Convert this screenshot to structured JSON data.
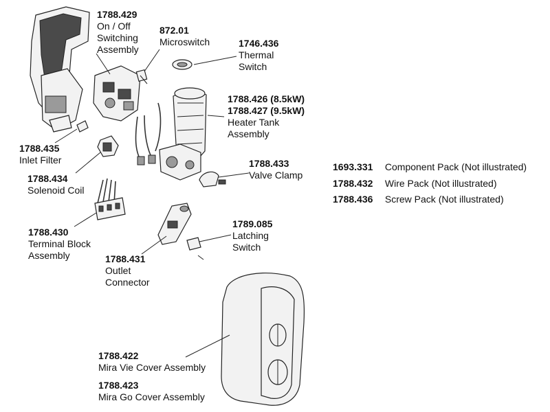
{
  "parts": [
    {
      "id": "on-off-switching",
      "number": "1788.429",
      "lines": [
        "On / Off",
        "Switching",
        "Assembly"
      ]
    },
    {
      "id": "microswitch",
      "number": "872.01",
      "lines": [
        "Microswitch"
      ]
    },
    {
      "id": "thermal-switch",
      "number": "1746.436",
      "lines": [
        "Thermal",
        "Switch"
      ]
    },
    {
      "id": "heater-tank",
      "number": "1788.426 (8.5kW)",
      "number2": "1788.427 (9.5kW)",
      "lines": [
        "Heater Tank",
        "Assembly"
      ]
    },
    {
      "id": "inlet-filter",
      "number": "1788.435",
      "lines": [
        "Inlet Filter"
      ]
    },
    {
      "id": "valve-clamp",
      "number": "1788.433",
      "lines": [
        "Valve Clamp"
      ]
    },
    {
      "id": "solenoid-coil",
      "number": "1788.434",
      "lines": [
        "Solenoid Coil"
      ]
    },
    {
      "id": "terminal-block",
      "number": "1788.430",
      "lines": [
        "Terminal Block",
        "Assembly"
      ]
    },
    {
      "id": "latching-switch",
      "number": "1789.085",
      "lines": [
        "Latching",
        "Switch"
      ]
    },
    {
      "id": "outlet-connector",
      "number": "1788.431",
      "lines": [
        "Outlet",
        "Connector"
      ]
    },
    {
      "id": "vie-cover",
      "number": "1788.422",
      "lines": [
        "Mira Vie Cover Assembly"
      ]
    },
    {
      "id": "go-cover",
      "number": "1788.423",
      "lines": [
        "Mira Go Cover Assembly"
      ]
    }
  ],
  "packs": [
    {
      "number": "1693.331",
      "text": "Component Pack (Not illustrated)"
    },
    {
      "number": "1788.432",
      "text": "Wire Pack (Not illustrated)"
    },
    {
      "number": "1788.436",
      "text": "Screw Pack (Not illustrated)"
    }
  ]
}
